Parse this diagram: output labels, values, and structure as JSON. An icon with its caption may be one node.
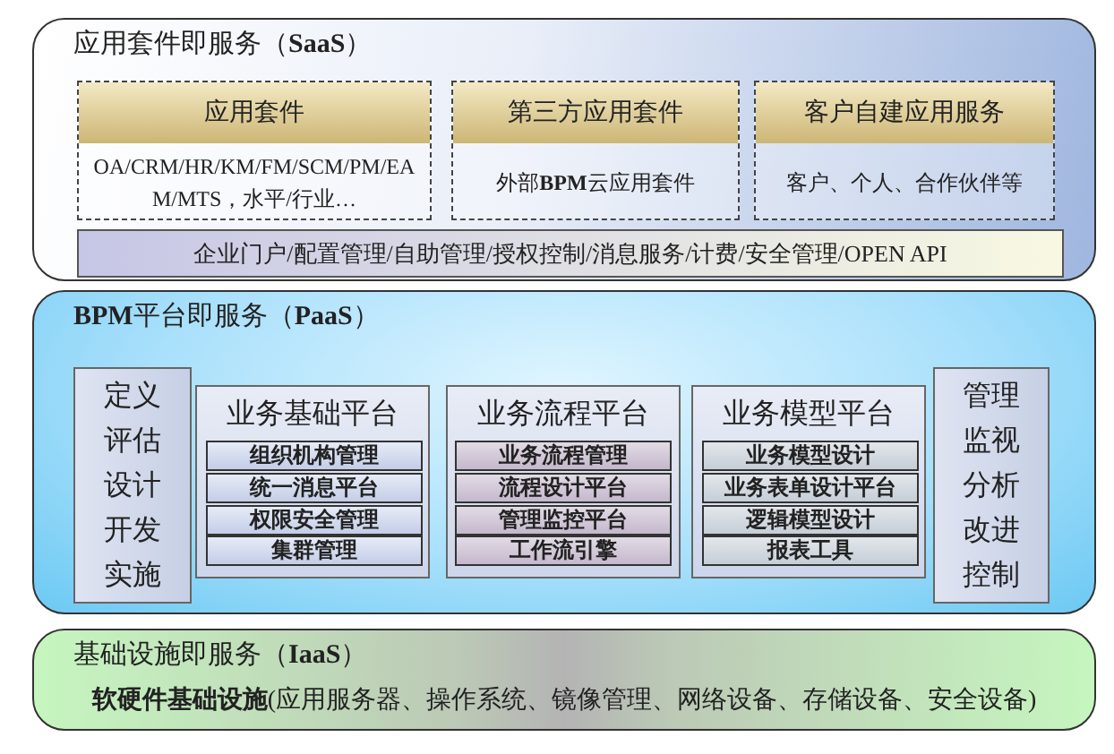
{
  "diagram": {
    "nodes": [
      {
        "text": [
          "应用套件即服务（**SaaS**）"
        ]
      },
      {
        "text": [
          "应用套件",
          "OA/CRM/HR/KM/FM/SCM/PM/EAM/MTS，水平/行业…"
        ],
        "in": 0
      },
      {
        "text": [
          "第三方应用套件",
          "外部**BPM**云应用套件"
        ],
        "in": 0
      },
      {
        "text": [
          "客户自建应用服务",
          "客户、个人、合作伙伴等"
        ],
        "in": 0
      },
      {
        "text": [
          "企业门户/配置管理/自助管理/授权控制/消息服务/计费/安全管理/OPEN API"
        ],
        "in": 0
      },
      {
        "text": [
          "**BPM**平台即服务（**PaaS**）"
        ]
      },
      {
        "text": [
          "定义评估设计开发实施"
        ],
        "in": 5
      },
      {
        "text": [
          "业务基础平台"
        ],
        "in": 5
      },
      {
        "text": [
          "组织机构管理"
        ],
        "in": 7
      },
      {
        "text": [
          "统一消息平台"
        ],
        "in": 7
      },
      {
        "text": [
          "权限安全管理"
        ],
        "in": 7
      },
      {
        "text": [
          "集群管理"
        ],
        "in": 7
      },
      {
        "text": [
          "业务流程平台"
        ],
        "in": 5
      },
      {
        "text": [
          "业务流程管理"
        ],
        "in": 12
      },
      {
        "text": [
          "流程设计平台"
        ],
        "in": 12
      },
      {
        "text": [
          "管理监控平台"
        ],
        "in": 12
      },
      {
        "text": [
          "工作流引擎"
        ],
        "in": 12
      },
      {
        "text": [
          "业务模型平台"
        ],
        "in": 5
      },
      {
        "text": [
          "业务模型设计"
        ],
        "in": 17
      },
      {
        "text": [
          "业务表单设计平台"
        ],
        "in": 17
      },
      {
        "text": [
          "逻辑模型设计"
        ],
        "in": 17
      },
      {
        "text": [
          "报表工具"
        ],
        "in": 17
      },
      {
        "text": [
          "管理监视分析改进控制"
        ],
        "in": 5
      },
      {
        "text": [
          "基础设施即服务（**IaaS**）",
          "**软硬件基础设施**(应用服务器、操作系统、镜像管理、网络设备、存储设备、安全设备)"
        ]
      }
    ]
  }
}
